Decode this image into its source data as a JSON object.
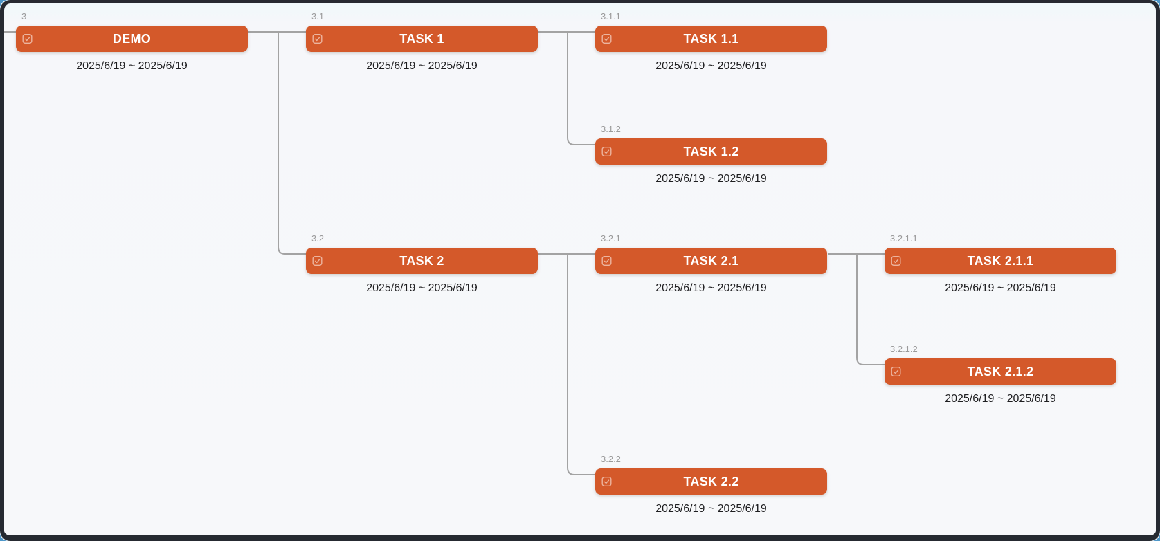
{
  "app": {
    "type": "mindmap-task-diagram",
    "node_icon": "checkbox-check-icon"
  },
  "colors": {
    "node_fill": "#d4592a",
    "node_title_text": "#ffffff",
    "connector_line": "#a3a3a3",
    "number_text": "#9a9a9a",
    "date_text": "#1e1e20",
    "canvas_background": "#f6f7fa",
    "frame_border": "#262a31",
    "outer_corner": "#4e97c9"
  },
  "nodes": [
    {
      "number": "3",
      "title": "DEMO",
      "dates": "2025/6/19 ~ 2025/6/19"
    },
    {
      "number": "3.1",
      "title": "TASK 1",
      "dates": "2025/6/19 ~ 2025/6/19"
    },
    {
      "number": "3.1.1",
      "title": "TASK 1.1",
      "dates": "2025/6/19 ~ 2025/6/19"
    },
    {
      "number": "3.1.2",
      "title": "TASK 1.2",
      "dates": "2025/6/19 ~ 2025/6/19"
    },
    {
      "number": "3.2",
      "title": "TASK 2",
      "dates": "2025/6/19 ~ 2025/6/19"
    },
    {
      "number": "3.2.1",
      "title": "TASK 2.1",
      "dates": "2025/6/19 ~ 2025/6/19"
    },
    {
      "number": "3.2.1.1",
      "title": "TASK 2.1.1",
      "dates": "2025/6/19 ~ 2025/6/19"
    },
    {
      "number": "3.2.1.2",
      "title": "TASK 2.1.2",
      "dates": "2025/6/19 ~ 2025/6/19"
    },
    {
      "number": "3.2.2",
      "title": "TASK 2.2",
      "dates": "2025/6/19 ~ 2025/6/19"
    }
  ]
}
